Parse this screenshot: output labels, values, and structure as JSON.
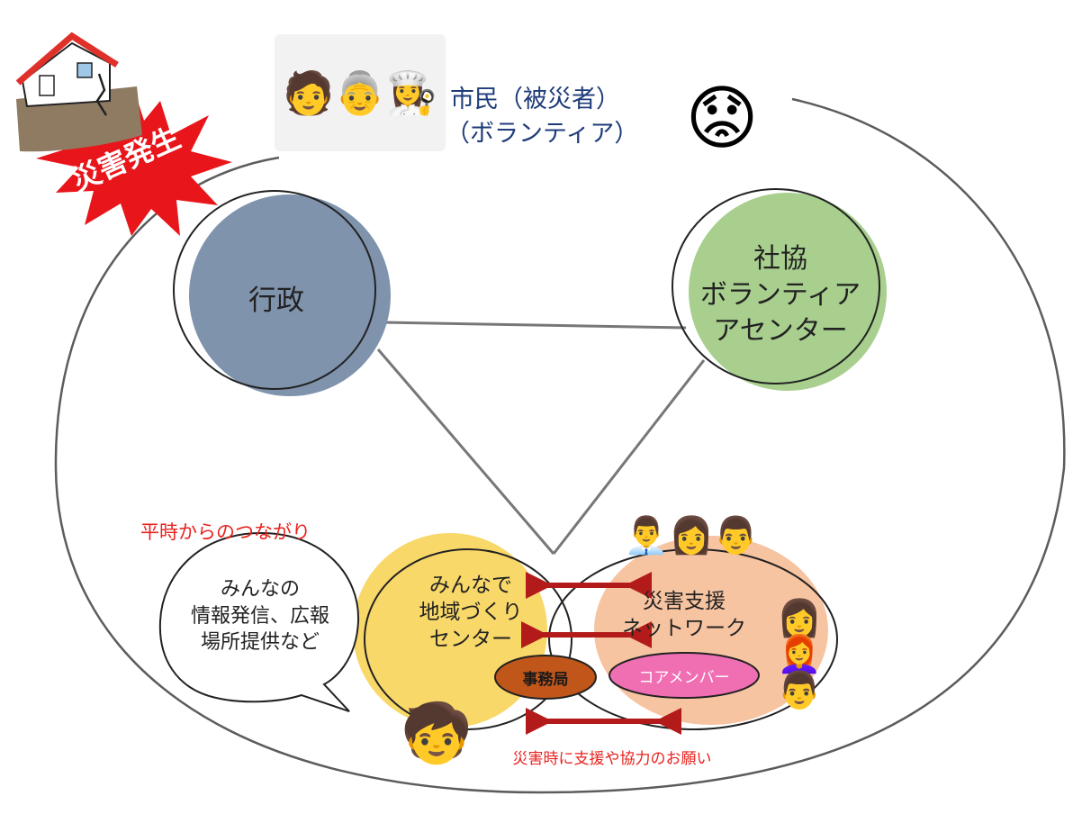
{
  "disaster_badge": {
    "text": "災害発生"
  },
  "citizens": {
    "line1": "市民（被災者）",
    "line2": "（ボランティア）"
  },
  "nodes": {
    "gov": {
      "label": "行政"
    },
    "shakyo": {
      "label": "社協\nボランティア\nアセンター"
    },
    "center": {
      "label": "みんなで\n地域づくり\nセンター"
    },
    "network": {
      "label": "災害支援\nネットワーク"
    }
  },
  "pills": {
    "secretariat": "事務局",
    "core": "コアメンバー"
  },
  "callouts": {
    "heiji": "平時からのつながり",
    "speech": "みんなの\n情報発信、広報\n場所提供など",
    "request": "災害時に支援や協力のお願い"
  },
  "icons": {
    "house": "cracked-house-icon",
    "volunteers": "volunteer-group-icon",
    "worried": "worried-person-icon",
    "mascot": "raincoat-mascot-icon",
    "members": "network-members-icon"
  },
  "colors": {
    "gov": "#7f93ad",
    "shakyo": "#a8cf8e",
    "center": "#f9d86a",
    "network": "#f7c4a1",
    "secretariat": "#c0561a",
    "core": "#f06fb3",
    "arrow": "#b31b1b",
    "red_text": "#e8231f",
    "citizen_text": "#1f3c7a",
    "badge": "#e8151a"
  }
}
